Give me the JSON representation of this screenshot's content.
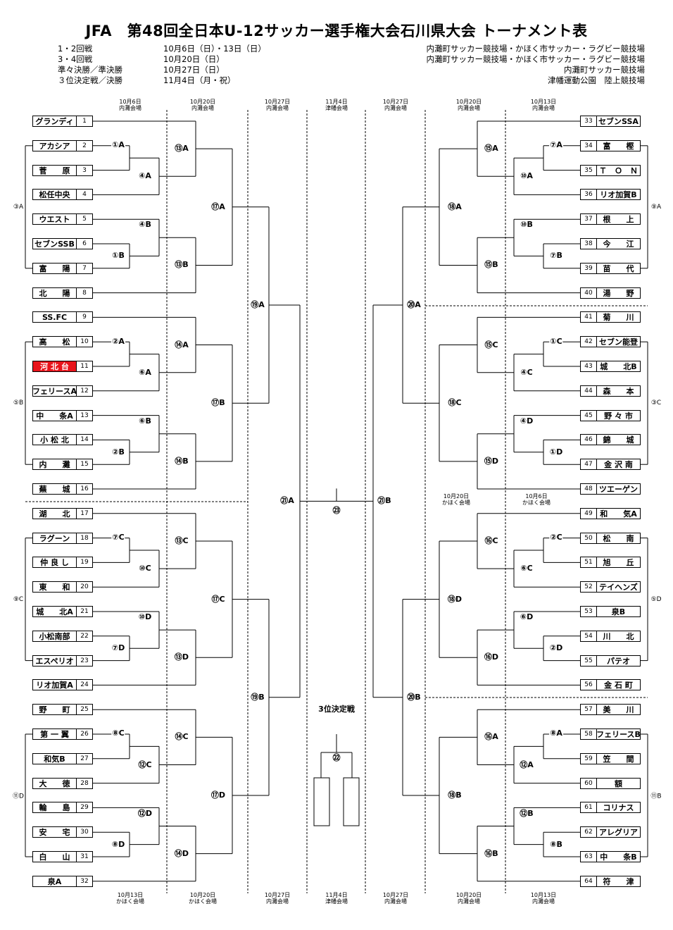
{
  "title": "JFA　第48回全日本U-12サッカー選手権大会石川県大会 トーナメント表",
  "schedule": [
    {
      "round": "1・2回戦",
      "date": "10月6日（日）・13日（日）",
      "venue": "内灘町サッカー競技場・かほく市サッカー・ラグビー競技場"
    },
    {
      "round": "3・4回戦",
      "date": "10月20日（日）",
      "venue": "内灘町サッカー競技場・かほく市サッカー・ラグビー競技場"
    },
    {
      "round": "準々決勝／準決勝",
      "date": "10月27日（日）",
      "venue": "内灘町サッカー競技場"
    },
    {
      "round": "３位決定戦／決勝",
      "date": "11月4日（月・祝）",
      "venue": "津幡運動公園　陸上競技場"
    }
  ],
  "column_headers_top": [
    {
      "date": "10月6日",
      "venue": "内灘会場"
    },
    {
      "date": "10月20日",
      "venue": "内灘会場"
    },
    {
      "date": "10月27日",
      "venue": "内灘会場"
    },
    {
      "date": "11月4日",
      "venue": "津幡会場"
    },
    {
      "date": "10月27日",
      "venue": "内灘会場"
    },
    {
      "date": "10月20日",
      "venue": "内灘会場"
    },
    {
      "date": "10月13日",
      "venue": "内灘会場"
    }
  ],
  "column_headers_bottom": [
    {
      "date": "10月13日",
      "venue": "かほく会場"
    },
    {
      "date": "10月20日",
      "venue": "かほく会場"
    },
    {
      "date": "10月27日",
      "venue": "内灘会場"
    },
    {
      "date": "11月4日",
      "venue": "津幡会場"
    },
    {
      "date": "10月27日",
      "venue": "内灘会場"
    },
    {
      "date": "10月20日",
      "venue": "内灘会場"
    },
    {
      "date": "10月13日",
      "venue": "内灘会場"
    }
  ],
  "column_headers_mid": [
    {
      "date": "10月20日",
      "venue": "かほく会場"
    },
    {
      "date": "10月6日",
      "venue": "かほく会場"
    }
  ],
  "teams_left": [
    {
      "no": "1",
      "name": "グランディ"
    },
    {
      "no": "2",
      "name": "アカシア"
    },
    {
      "no": "3",
      "name": "菅　　原"
    },
    {
      "no": "4",
      "name": "松任中央"
    },
    {
      "no": "5",
      "name": "ウエスト"
    },
    {
      "no": "6",
      "name": "セブンSSB"
    },
    {
      "no": "7",
      "name": "富　　陽"
    },
    {
      "no": "8",
      "name": "北　　陽"
    },
    {
      "no": "9",
      "name": "SS.FC"
    },
    {
      "no": "10",
      "name": "高　　松"
    },
    {
      "no": "11",
      "name": "河 北 台",
      "highlight": true
    },
    {
      "no": "12",
      "name": "フェリースA"
    },
    {
      "no": "13",
      "name": "中　　条A"
    },
    {
      "no": "14",
      "name": "小 松 北"
    },
    {
      "no": "15",
      "name": "内　　灘"
    },
    {
      "no": "16",
      "name": "蕪　　城"
    },
    {
      "no": "17",
      "name": "湖　　北"
    },
    {
      "no": "18",
      "name": "ラグーン"
    },
    {
      "no": "19",
      "name": "仲 良 し"
    },
    {
      "no": "20",
      "name": "東　　和"
    },
    {
      "no": "21",
      "name": "城　　北A"
    },
    {
      "no": "22",
      "name": "小松南部"
    },
    {
      "no": "23",
      "name": "エスペリオ"
    },
    {
      "no": "24",
      "name": "リオ加賀A"
    },
    {
      "no": "25",
      "name": "野　　町"
    },
    {
      "no": "26",
      "name": "第 一 翼"
    },
    {
      "no": "27",
      "name": "和気B"
    },
    {
      "no": "28",
      "name": "大　　徳"
    },
    {
      "no": "29",
      "name": "輪　　島"
    },
    {
      "no": "30",
      "name": "安　　宅"
    },
    {
      "no": "31",
      "name": "白　　山"
    },
    {
      "no": "32",
      "name": "泉A"
    }
  ],
  "teams_right": [
    {
      "no": "33",
      "name": "セブンSSA"
    },
    {
      "no": "34",
      "name": "富　　樫"
    },
    {
      "no": "35",
      "name": "Ｔ　Ｏ　Ｎ"
    },
    {
      "no": "36",
      "name": "リオ加賀B"
    },
    {
      "no": "37",
      "name": "根　　上"
    },
    {
      "no": "38",
      "name": "今　　江"
    },
    {
      "no": "39",
      "name": "苗　　代"
    },
    {
      "no": "40",
      "name": "湯　　野"
    },
    {
      "no": "41",
      "name": "菊　　川"
    },
    {
      "no": "42",
      "name": "セブン能登"
    },
    {
      "no": "43",
      "name": "城　　北B"
    },
    {
      "no": "44",
      "name": "森　　本"
    },
    {
      "no": "45",
      "name": "野 々 市"
    },
    {
      "no": "46",
      "name": "錦　　城"
    },
    {
      "no": "47",
      "name": "金 沢 南"
    },
    {
      "no": "48",
      "name": "ツエーゲン"
    },
    {
      "no": "49",
      "name": "和　　気A"
    },
    {
      "no": "50",
      "name": "松　　南"
    },
    {
      "no": "51",
      "name": "旭　　丘"
    },
    {
      "no": "52",
      "name": "テイヘンズ"
    },
    {
      "no": "53",
      "name": "泉B"
    },
    {
      "no": "54",
      "name": "川　　北"
    },
    {
      "no": "55",
      "name": "パテオ"
    },
    {
      "no": "56",
      "name": "金 石 町"
    },
    {
      "no": "57",
      "name": "美　　川"
    },
    {
      "no": "58",
      "name": "フェリースB"
    },
    {
      "no": "59",
      "name": "笠　　間"
    },
    {
      "no": "60",
      "name": "額"
    },
    {
      "no": "61",
      "name": "コリナス"
    },
    {
      "no": "62",
      "name": "アレグリア"
    },
    {
      "no": "63",
      "name": "中　　条B"
    },
    {
      "no": "64",
      "name": "符　　津"
    }
  ],
  "match_labels": {
    "l1": [
      "①A",
      "④B",
      "①B",
      "②A",
      "⑥B",
      "②B",
      "⑦C",
      "⑩D",
      "⑦D",
      "⑧C",
      "⑫D",
      "⑧D"
    ],
    "l2": [
      "④A",
      "⑥A",
      "⑩C",
      "⑫C"
    ],
    "l3": [
      "⑬A",
      "⑬B",
      "⑭A",
      "⑭B",
      "⑬C",
      "⑬D",
      "⑭C",
      "⑭D"
    ],
    "l4": [
      "⑰A",
      "⑰B",
      "⑰C",
      "⑰D"
    ],
    "l5": [
      "⑲A",
      "⑲B"
    ],
    "l6": "㉑A",
    "final": "㉓",
    "third": "㉒",
    "third_title": "3位決定戦",
    "r1": [
      "⑦A",
      "⑩B",
      "⑦B",
      "①C",
      "④D",
      "①D",
      "②C",
      "⑥D",
      "②D",
      "⑧A",
      "⑫B",
      "⑧B"
    ],
    "r2": [
      "⑩A",
      "④C",
      "⑥C",
      "⑫A"
    ],
    "r3": [
      "⑮A",
      "⑮B",
      "⑮C",
      "⑮D",
      "⑯C",
      "⑯D",
      "⑯A",
      "⑯B"
    ],
    "r4": [
      "⑱A",
      "⑱C",
      "⑱D",
      "⑱B"
    ],
    "r5": [
      "⑳A",
      "⑳B"
    ],
    "r6": "㉑B"
  },
  "group_labels_left": [
    "③A",
    "⑤B",
    "⑨C",
    "⑪D"
  ],
  "group_labels_right": [
    "⑨A",
    "③C",
    "⑤D",
    "⑪B"
  ]
}
